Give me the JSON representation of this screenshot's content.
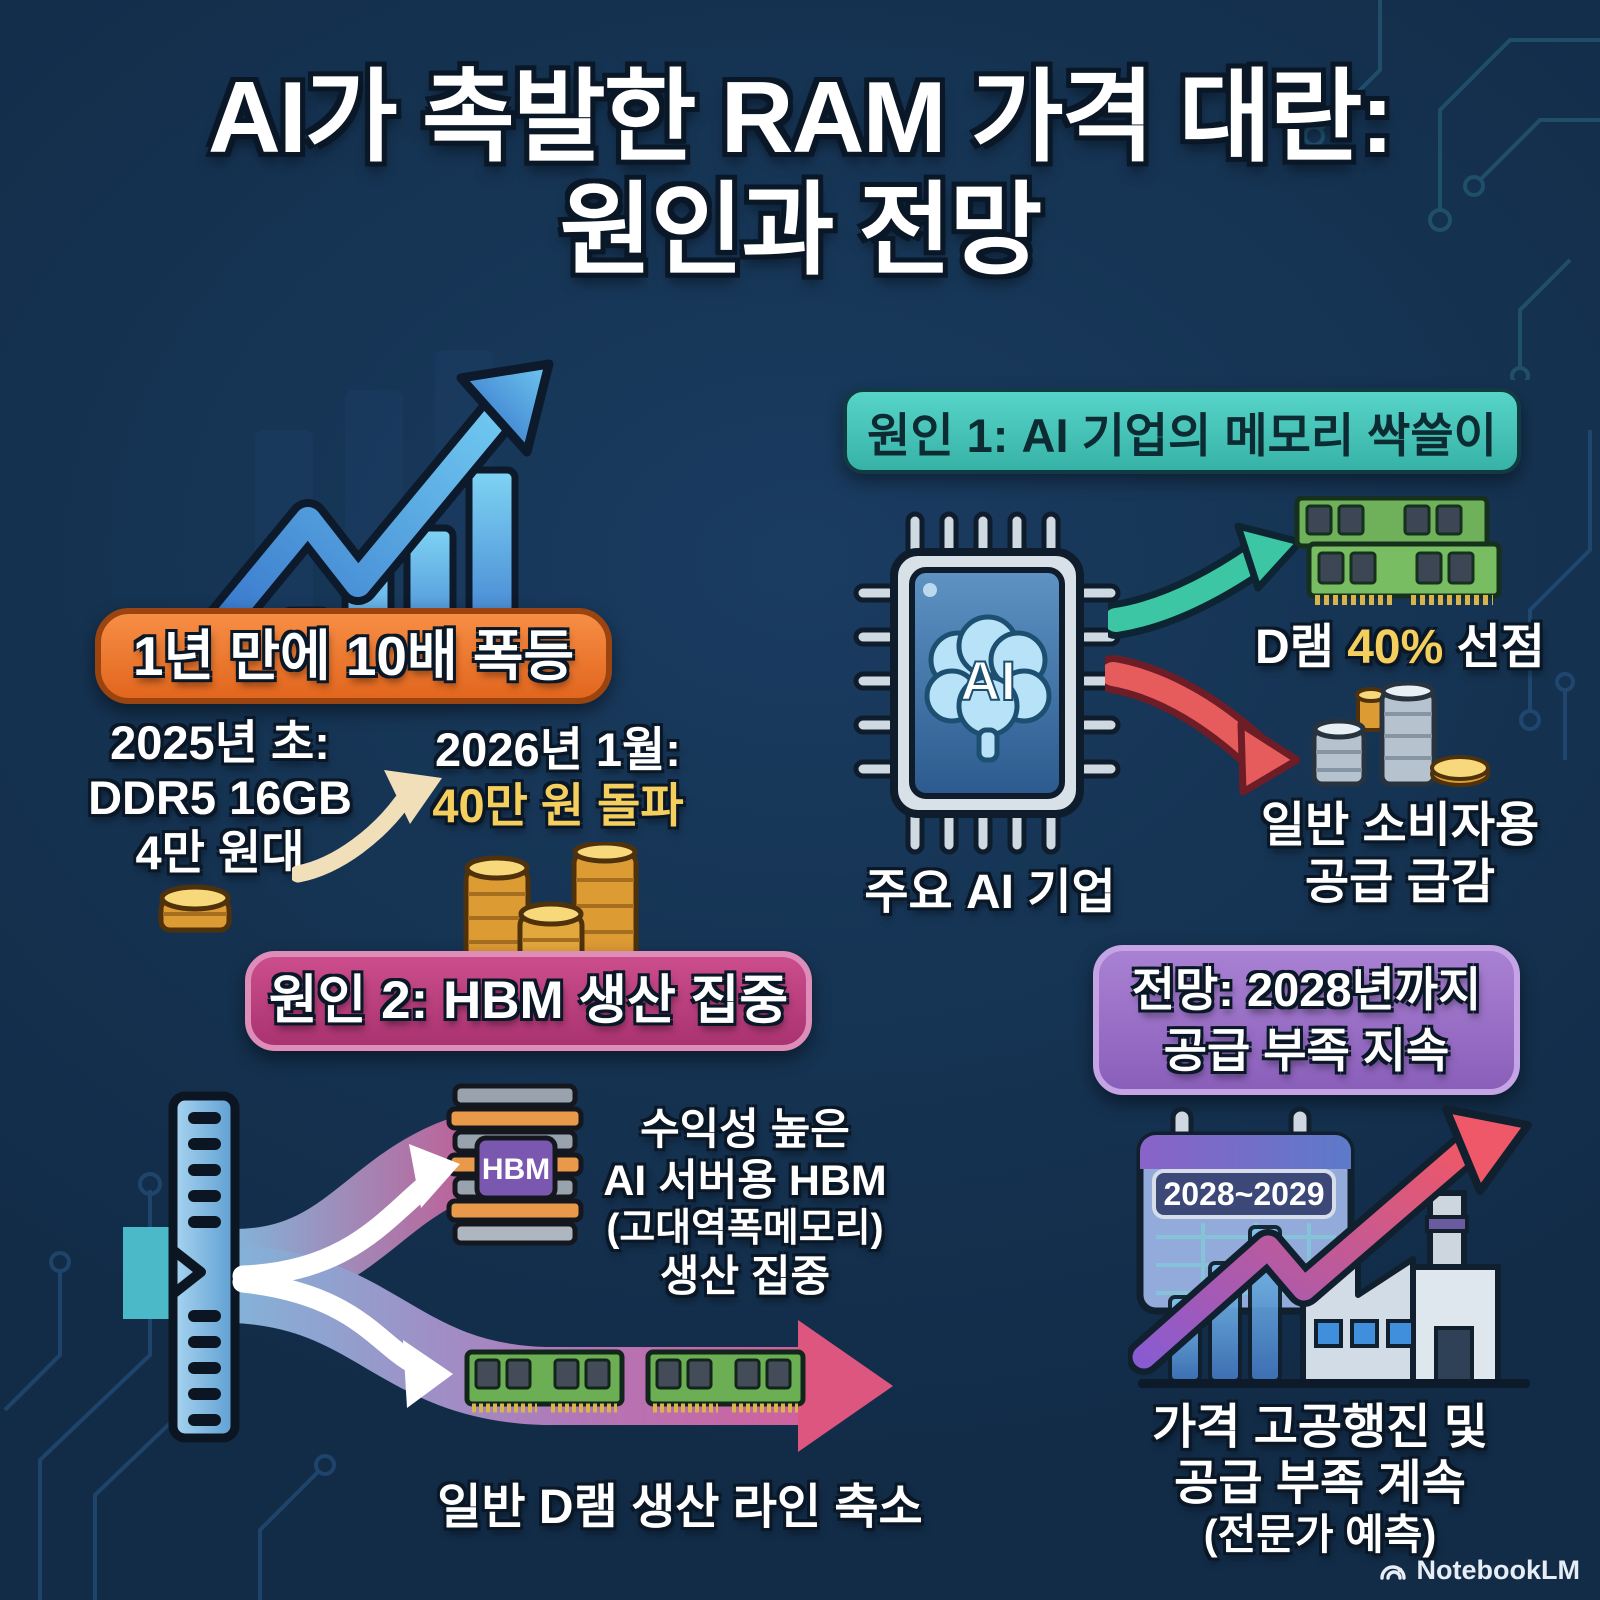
{
  "title": {
    "line1": "AI가 촉발한 RAM 가격 대란:",
    "line2": "원인과 전망"
  },
  "price_surge": {
    "badge": "1년 만에 10배 폭등",
    "before": {
      "line1": "2025년 초:",
      "line2": "DDR5 16GB",
      "line3": "4만 원대"
    },
    "after": {
      "line1": "2026년 1월:",
      "line2": "40만 원 돌파"
    }
  },
  "cause1": {
    "badge": "원인 1: AI 기업의 메모리 싹쓸이",
    "chip_text": "AI",
    "chip_caption": "주요 AI 기업",
    "dram": {
      "pre": "D램 ",
      "highlight": "40%",
      "post": " 선점"
    },
    "consumer": {
      "line1": "일반 소비자용",
      "line2": "공급 급감"
    }
  },
  "cause2": {
    "badge": "원인 2: HBM 생산 집중",
    "hbm_chip_text": "HBM",
    "hbm_caption": {
      "line1": "수익성 높은",
      "line2": "AI 서버용 HBM",
      "line3": "(고대역폭메모리)",
      "line4": "생산 집중"
    },
    "dram_caption": "일반 D램 생산 라인 축소"
  },
  "outlook": {
    "badge": {
      "line1": "전망: 2028년까지",
      "line2": "공급 부족 지속"
    },
    "calendar_text": "2028~2029",
    "caption": {
      "line1": "가격 고공행진 및",
      "line2": "공급 부족 계속",
      "line3": "(전문가 예측)"
    }
  },
  "watermark": "NotebookLM",
  "colors": {
    "background": "#153352",
    "badge_orange": "#ee752c",
    "badge_teal": "#41c4b9",
    "badge_magenta": "#c13f80",
    "badge_purple": "#9a6fc7",
    "highlight_gold": "#f5cf5e",
    "arrow_teal": "#3bc3a2",
    "arrow_red": "#e55a5a",
    "title_text": "#ffffff"
  }
}
